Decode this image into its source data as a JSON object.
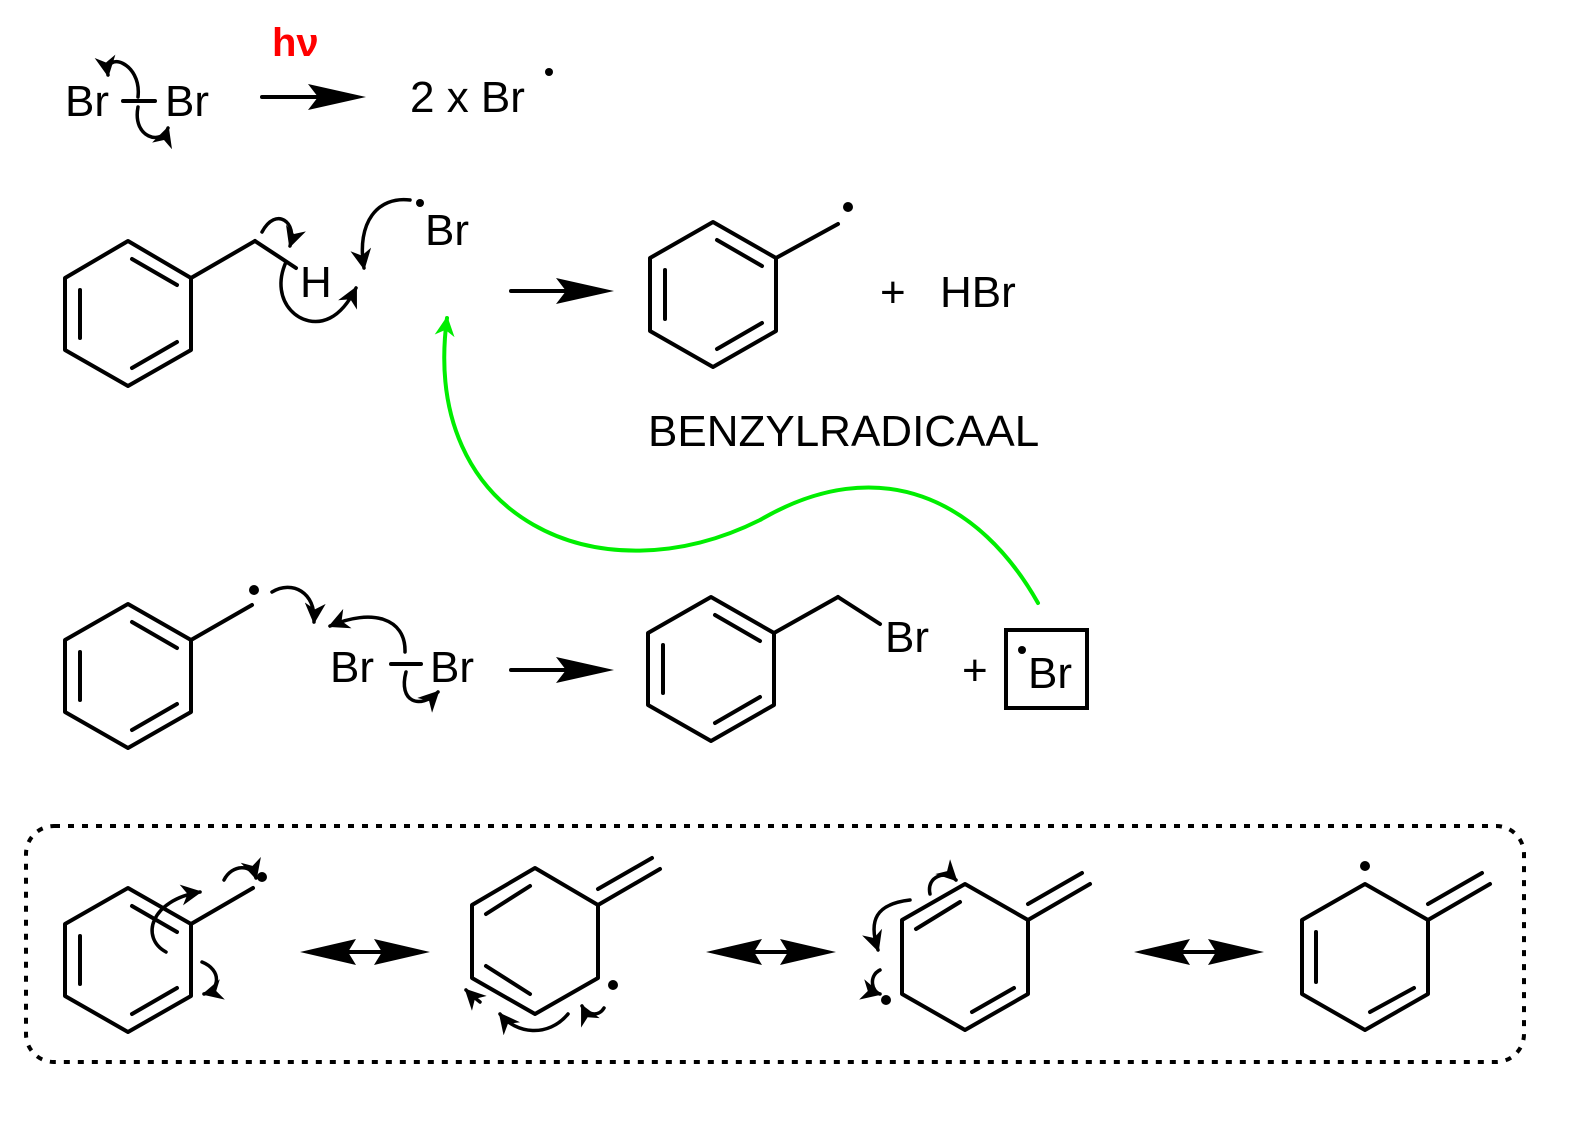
{
  "colors": {
    "ink": "#000000",
    "hv": "#ff0000",
    "return_arrow": "#00ee00"
  },
  "step1": {
    "reactant_left": "Br",
    "reactant_right": "Br",
    "condition": "hν",
    "product": "2 x Br"
  },
  "step2": {
    "hydrogen": "H",
    "radical": "Br",
    "plus": "+",
    "byproduct": "HBr",
    "product_name": "BENZYLRADICAAL"
  },
  "step3": {
    "br_left": "Br",
    "br_right": "Br",
    "product_sub": "Br",
    "plus": "+",
    "boxed_radical": "Br"
  },
  "resonance": {
    "structure_count": 4,
    "arrow_icon": "double-headed-arrow"
  }
}
